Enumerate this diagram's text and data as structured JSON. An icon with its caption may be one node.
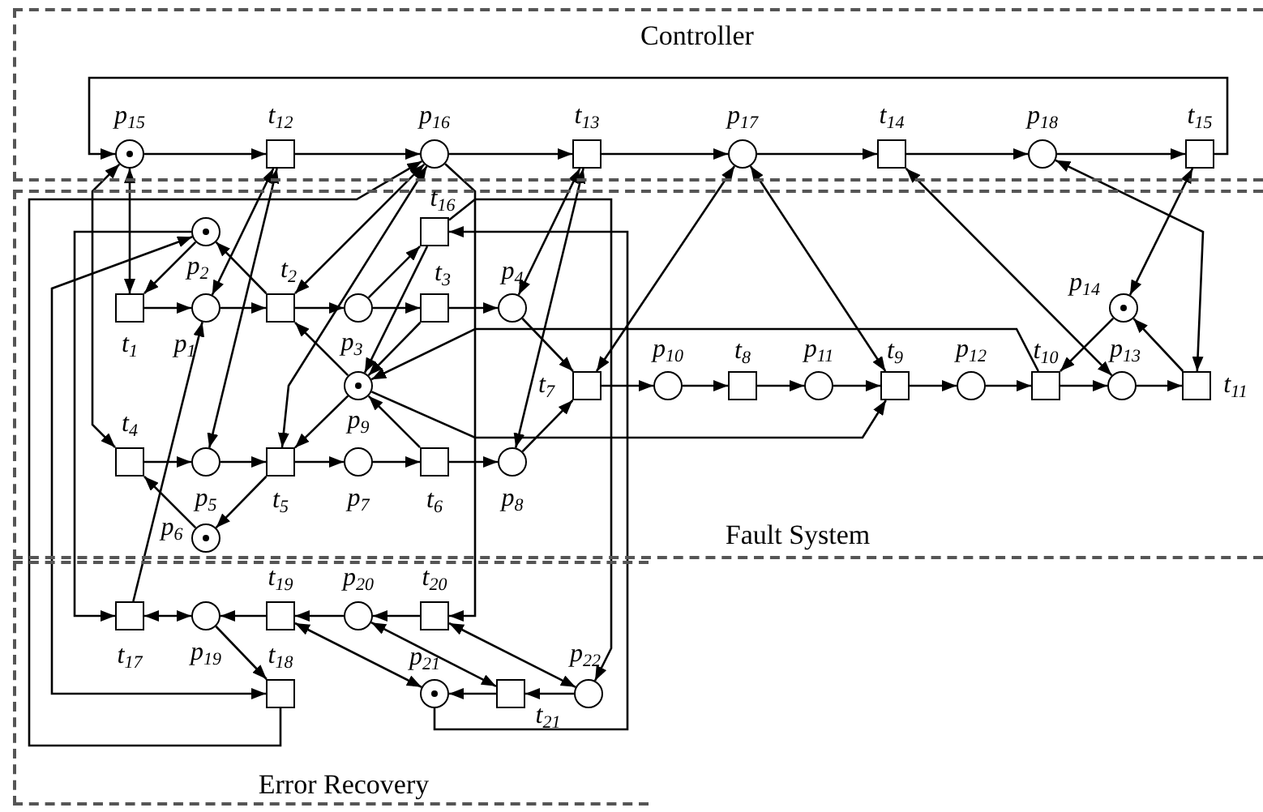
{
  "diagram": {
    "nodes": [
      {
        "text": [
          "Controller"
        ]
      },
      {
        "text": [
          "Fault System"
        ]
      },
      {
        "text": [
          "Error Recovery"
        ]
      },
      {
        "text": [
          "p$_{15}$"
        ],
        "in": 0
      },
      {
        "text": [
          "t$_{12}$"
        ],
        "in": 0
      },
      {
        "text": [
          "p$_{16}$"
        ],
        "in": 0
      },
      {
        "text": [
          "t$_{13}$"
        ],
        "in": 0
      },
      {
        "text": [
          "p$_{17}$"
        ],
        "in": 0
      },
      {
        "text": [
          "t$_{14}$"
        ],
        "in": 0
      },
      {
        "text": [
          "p$_{18}$"
        ],
        "in": 0
      },
      {
        "text": [
          "t$_{15}$"
        ],
        "in": 0
      },
      {
        "text": [
          "p$_{2}$"
        ],
        "in": 1
      },
      {
        "text": [
          "t$_{16}$"
        ],
        "in": 1
      },
      {
        "text": [
          "p$_{14}$"
        ],
        "in": 1
      },
      {
        "text": [
          "t$_{1}$"
        ],
        "in": 1
      },
      {
        "text": [
          "p$_{1}$"
        ],
        "in": 1
      },
      {
        "text": [
          "t$_{2}$"
        ],
        "in": 1
      },
      {
        "text": [
          "p$_{3}$"
        ],
        "in": 1
      },
      {
        "text": [
          "t$_{3}$"
        ],
        "in": 1
      },
      {
        "text": [
          "p$_{4}$"
        ],
        "in": 1
      },
      {
        "text": [
          "p$_{9}$"
        ],
        "in": 1
      },
      {
        "text": [
          "t$_{7}$"
        ],
        "in": 1
      },
      {
        "text": [
          "p$_{10}$"
        ],
        "in": 1
      },
      {
        "text": [
          "t$_{8}$"
        ],
        "in": 1
      },
      {
        "text": [
          "p$_{11}$"
        ],
        "in": 1
      },
      {
        "text": [
          "t$_{9}$"
        ],
        "in": 1
      },
      {
        "text": [
          "p$_{12}$"
        ],
        "in": 1
      },
      {
        "text": [
          "t$_{10}$"
        ],
        "in": 1
      },
      {
        "text": [
          "p$_{13}$"
        ],
        "in": 1
      },
      {
        "text": [
          "t$_{11}$"
        ],
        "in": 1
      },
      {
        "text": [
          "t$_{4}$"
        ],
        "in": 1
      },
      {
        "text": [
          "p$_{5}$"
        ],
        "in": 1
      },
      {
        "text": [
          "t$_{5}$"
        ],
        "in": 1
      },
      {
        "text": [
          "p$_{7}$"
        ],
        "in": 1
      },
      {
        "text": [
          "t$_{6}$"
        ],
        "in": 1
      },
      {
        "text": [
          "p$_{8}$"
        ],
        "in": 1
      },
      {
        "text": [
          "p$_{6}$"
        ],
        "in": 1
      },
      {
        "text": [
          "t$_{17}$"
        ],
        "in": 2
      },
      {
        "text": [
          "p$_{19}$"
        ],
        "in": 2
      },
      {
        "text": [
          "t$_{19}$"
        ],
        "in": 2
      },
      {
        "text": [
          "p$_{20}$"
        ],
        "in": 2
      },
      {
        "text": [
          "t$_{20}$"
        ],
        "in": 2
      },
      {
        "text": [
          "t$_{18}$"
        ],
        "in": 2
      },
      {
        "text": [
          "p$_{21}$"
        ],
        "in": 2
      },
      {
        "text": [
          "t$_{21}$"
        ],
        "in": 2
      },
      {
        "text": [
          "p$_{22}$"
        ],
        "in": 2
      }
    ],
    "edges": [
      {
        "from": 3,
        "to": 4,
        "arrow": "to"
      },
      {
        "from": 4,
        "to": 5,
        "arrow": "to"
      },
      {
        "from": 5,
        "to": 6,
        "arrow": "to"
      },
      {
        "from": 6,
        "to": 7,
        "arrow": "to"
      },
      {
        "from": 7,
        "to": 8,
        "arrow": "to"
      },
      {
        "from": 8,
        "to": 9,
        "arrow": "to"
      },
      {
        "from": 9,
        "to": 10,
        "arrow": "to"
      },
      {
        "from": 10,
        "to": 3,
        "arrow": "to"
      },
      {
        "from": 14,
        "to": 15,
        "arrow": "to"
      },
      {
        "from": 15,
        "to": 16,
        "arrow": "to"
      },
      {
        "from": 16,
        "to": 17,
        "arrow": "to"
      },
      {
        "from": 17,
        "to": 18,
        "arrow": "to"
      },
      {
        "from": 18,
        "to": 19,
        "arrow": "to"
      },
      {
        "from": 19,
        "to": 21,
        "arrow": "to"
      },
      {
        "from": 35,
        "to": 21,
        "arrow": "to"
      },
      {
        "from": 21,
        "to": 22,
        "arrow": "to"
      },
      {
        "from": 22,
        "to": 23,
        "arrow": "to"
      },
      {
        "from": 23,
        "to": 24,
        "arrow": "to"
      },
      {
        "from": 24,
        "to": 25,
        "arrow": "to"
      },
      {
        "from": 25,
        "to": 26,
        "arrow": "to"
      },
      {
        "from": 26,
        "to": 27,
        "arrow": "to"
      },
      {
        "from": 27,
        "to": 28,
        "arrow": "to"
      },
      {
        "from": 28,
        "to": 29,
        "arrow": "to"
      },
      {
        "from": 30,
        "to": 31,
        "arrow": "to"
      },
      {
        "from": 31,
        "to": 32,
        "arrow": "to"
      },
      {
        "from": 32,
        "to": 33,
        "arrow": "to"
      },
      {
        "from": 33,
        "to": 34,
        "arrow": "to"
      },
      {
        "from": 34,
        "to": 35,
        "arrow": "to"
      },
      {
        "from": 11,
        "to": 14,
        "arrow": "to"
      },
      {
        "from": 16,
        "to": 11,
        "arrow": "to"
      },
      {
        "from": 17,
        "to": 12,
        "arrow": "to"
      },
      {
        "from": 12,
        "to": 20,
        "arrow": "to"
      },
      {
        "from": 18,
        "to": 20,
        "arrow": "to"
      },
      {
        "from": 34,
        "to": 20,
        "arrow": "to"
      },
      {
        "from": 20,
        "to": 16,
        "arrow": "to"
      },
      {
        "from": 20,
        "to": 32,
        "arrow": "to"
      },
      {
        "from": 32,
        "to": 36,
        "arrow": "to"
      },
      {
        "from": 36,
        "to": 30,
        "arrow": "to"
      },
      {
        "from": 27,
        "to": 20,
        "arrow": "to"
      },
      {
        "from": 20,
        "to": 25,
        "arrow": "to"
      },
      {
        "from": 13,
        "to": 27,
        "arrow": "to"
      },
      {
        "from": 29,
        "to": 13,
        "arrow": "to"
      },
      {
        "from": 3,
        "to": 14,
        "arrow": "both"
      },
      {
        "from": 3,
        "to": 30,
        "arrow": "both"
      },
      {
        "from": 4,
        "to": 15,
        "arrow": "both"
      },
      {
        "from": 4,
        "to": 31,
        "arrow": "both"
      },
      {
        "from": 5,
        "to": 16,
        "arrow": "both"
      },
      {
        "from": 5,
        "to": 32,
        "arrow": "both"
      },
      {
        "from": 6,
        "to": 19,
        "arrow": "both"
      },
      {
        "from": 6,
        "to": 35,
        "arrow": "both"
      },
      {
        "from": 7,
        "to": 21,
        "arrow": "both"
      },
      {
        "from": 7,
        "to": 25,
        "arrow": "both"
      },
      {
        "from": 8,
        "to": 28,
        "arrow": "both"
      },
      {
        "from": 9,
        "to": 29,
        "arrow": "both"
      },
      {
        "from": 10,
        "to": 13,
        "arrow": "both"
      },
      {
        "from": 42,
        "to": 5,
        "arrow": "to"
      },
      {
        "from": 5,
        "to": 41,
        "arrow": "to"
      },
      {
        "from": 11,
        "to": 42,
        "arrow": "both"
      },
      {
        "from": 11,
        "to": 37,
        "arrow": "to"
      },
      {
        "from": 37,
        "to": 15,
        "arrow": "to"
      },
      {
        "from": 43,
        "to": 12,
        "arrow": "to"
      },
      {
        "from": 12,
        "to": 45,
        "arrow": "to"
      },
      {
        "from": 37,
        "to": 38,
        "arrow": "both"
      },
      {
        "from": 39,
        "to": 38,
        "arrow": "to"
      },
      {
        "from": 40,
        "to": 39,
        "arrow": "to"
      },
      {
        "from": 41,
        "to": 40,
        "arrow": "to"
      },
      {
        "from": 38,
        "to": 42,
        "arrow": "to"
      },
      {
        "from": 39,
        "to": 43,
        "arrow": "both"
      },
      {
        "from": 40,
        "to": 44,
        "arrow": "both"
      },
      {
        "from": 41,
        "to": 45,
        "arrow": "both"
      },
      {
        "from": 45,
        "to": 44,
        "arrow": "to"
      },
      {
        "from": 44,
        "to": 43,
        "arrow": "to"
      }
    ]
  }
}
